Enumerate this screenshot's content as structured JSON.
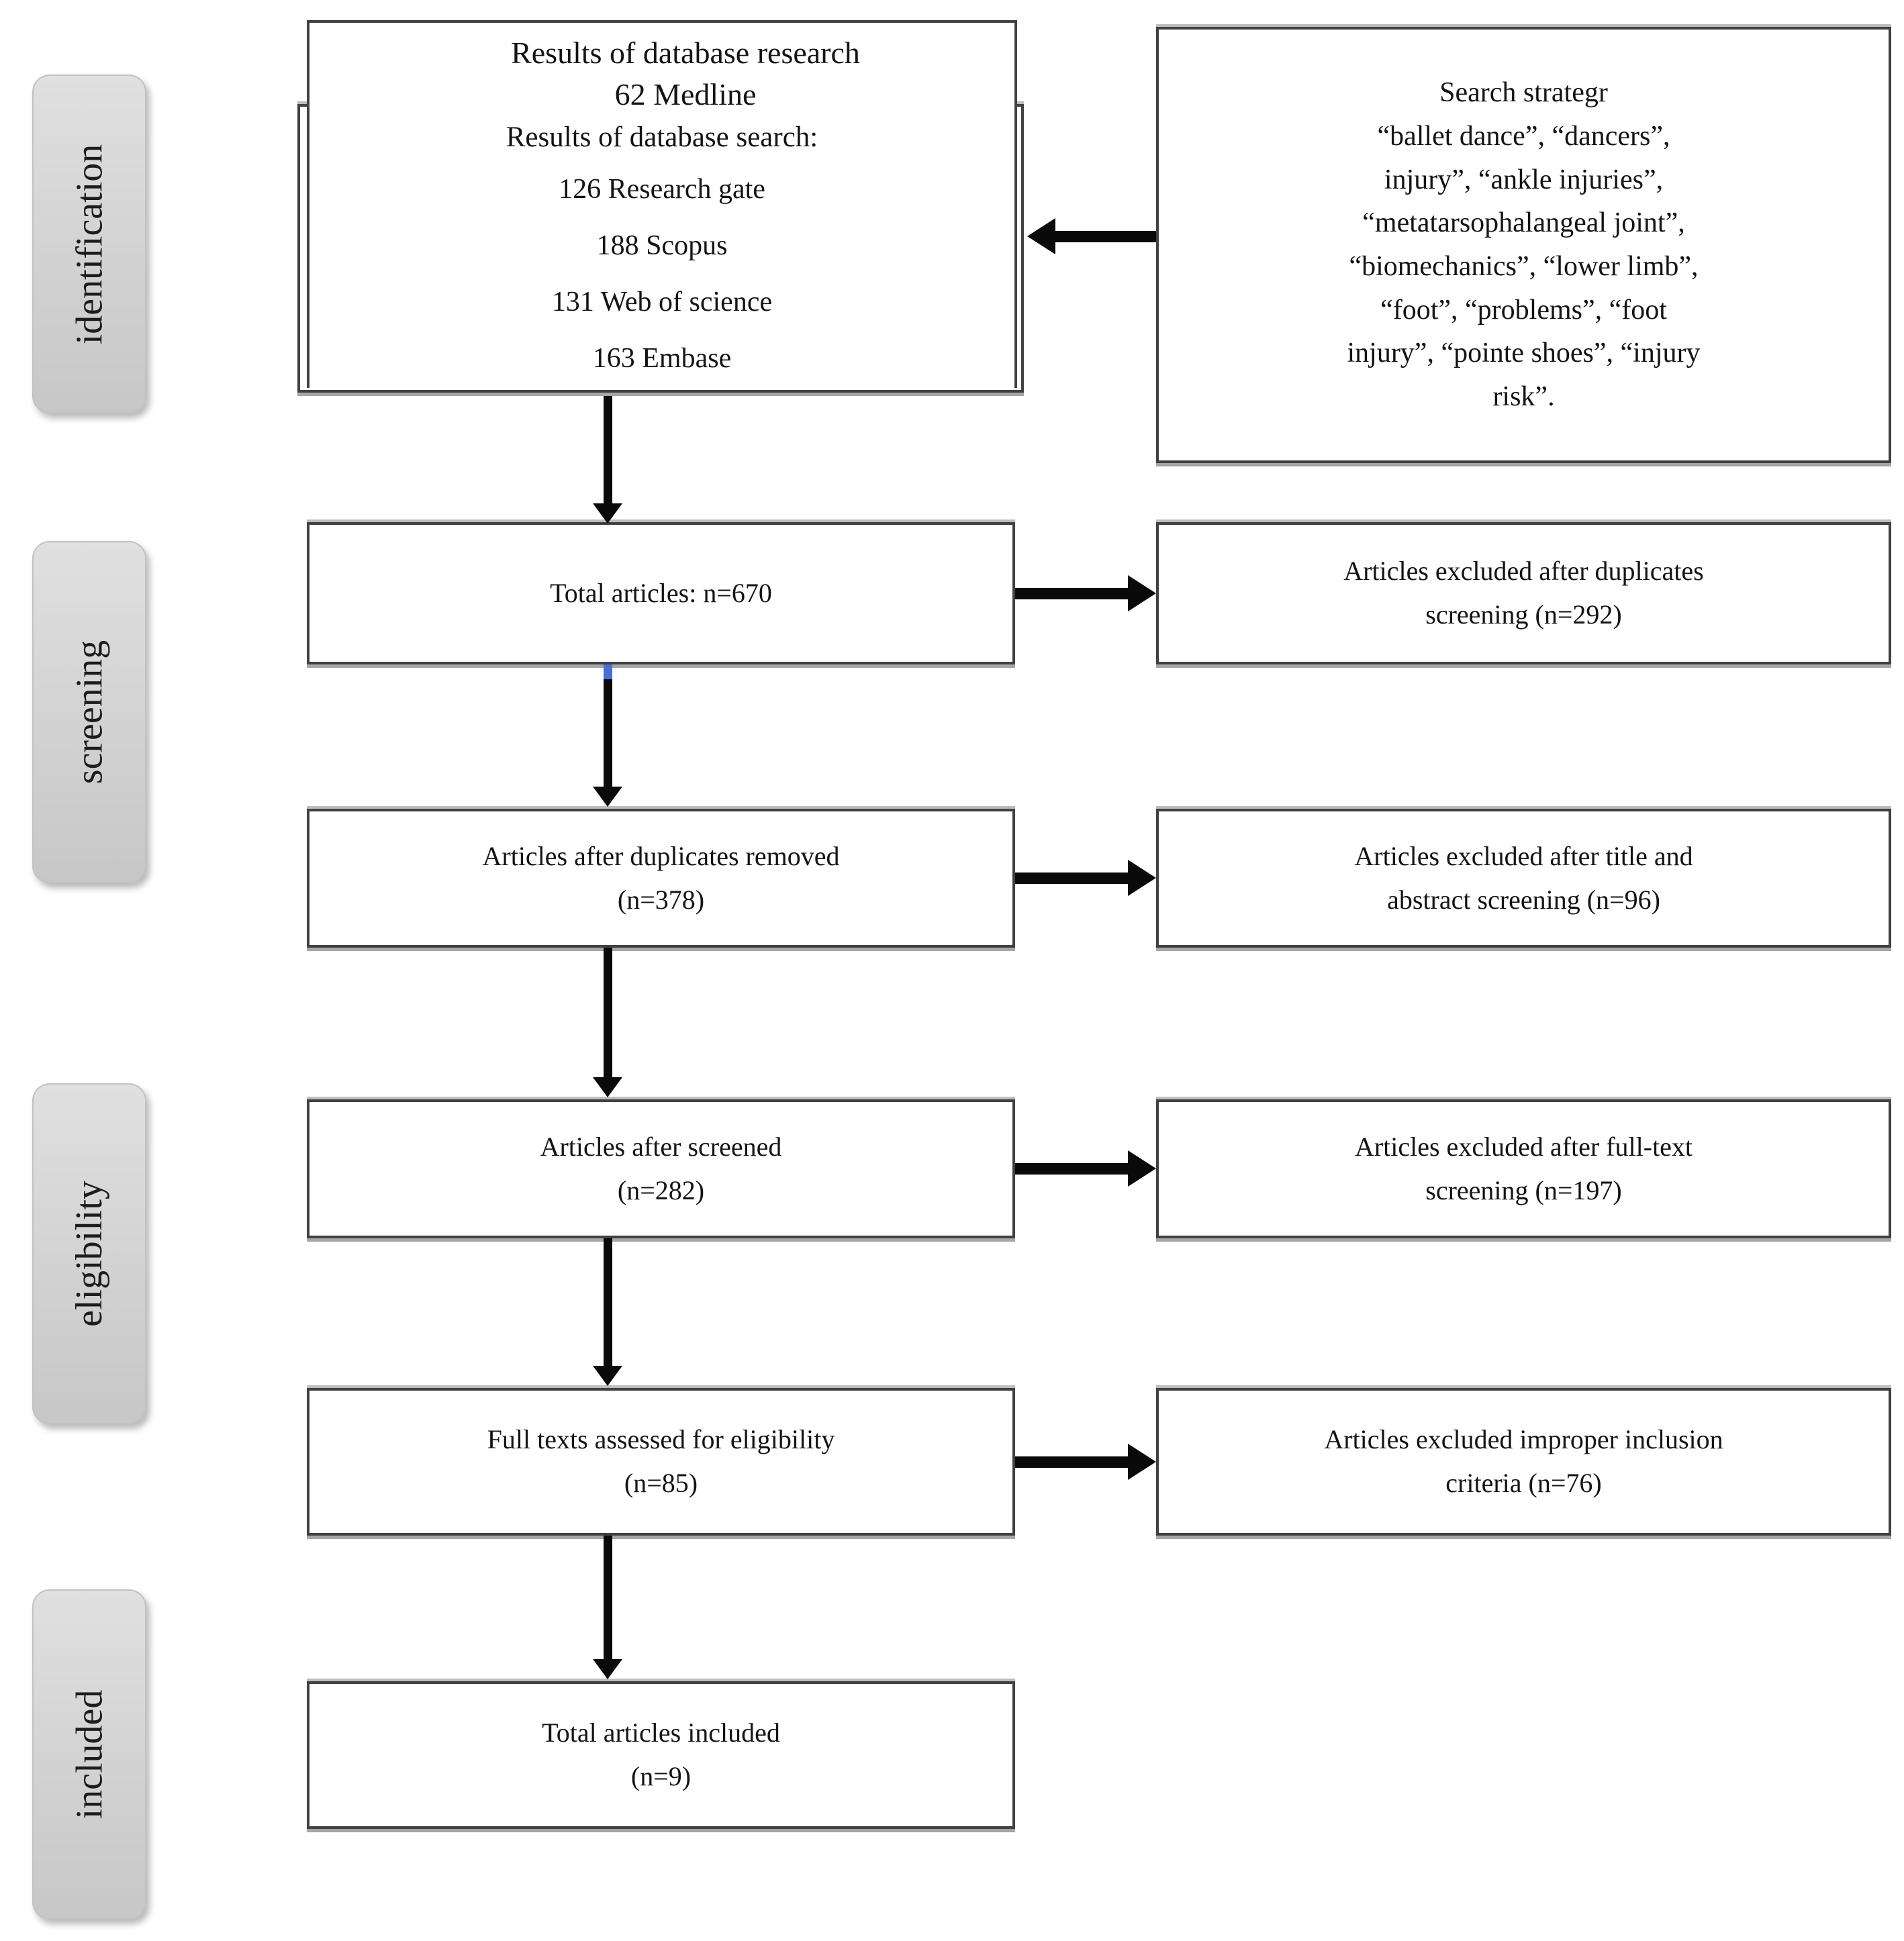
{
  "diagram": {
    "stages": [
      "identification",
      "screening",
      "eligibility",
      "included"
    ],
    "database_results": {
      "title": "Results of database research",
      "medline": "62 Medline",
      "subtitle": "Results of database search:",
      "items": [
        "126 Research gate",
        "188 Scopus",
        "131 Web of science",
        "163 Embase"
      ]
    },
    "search_strategy": {
      "lines": [
        "Search strategr",
        "“ballet dance”, “dancers”,",
        "injury”, “ankle injuries”,",
        "“metatarsophalangeal joint”,",
        "“biomechanics”, “lower limb”,",
        "“foot”, “problems”, “foot",
        "injury”, “pointe shoes”, “injury",
        "risk”."
      ]
    },
    "total_articles": {
      "lines": [
        "Total articles: n=670"
      ]
    },
    "excluded_duplicates": {
      "lines": [
        "Articles excluded after duplicates",
        "screening (n=292)"
      ]
    },
    "duplicates_removed": {
      "lines": [
        "Articles after duplicates removed",
        "(n=378)"
      ]
    },
    "excluded_title_abstract": {
      "lines": [
        "Articles excluded after title and",
        "abstract screening (n=96)"
      ]
    },
    "after_screened": {
      "lines": [
        "Articles after screened",
        "(n=282)"
      ]
    },
    "excluded_fulltext": {
      "lines": [
        "Articles excluded after full-text",
        "screening (n=197)"
      ]
    },
    "fulltext_assessed": {
      "lines": [
        "Full texts assessed for eligibility",
        "(n=85)"
      ]
    },
    "excluded_criteria": {
      "lines": [
        "Articles excluded improper inclusion",
        "criteria (n=76)"
      ]
    },
    "included_articles": {
      "lines": [
        "Total articles included",
        "(n=9)"
      ]
    },
    "colors": {
      "box_border": "#414141",
      "stage_fill": "#d2d2d2",
      "arrow": "#0a0a0a",
      "text": "#141414",
      "artifact_blue": "#4a6fd4"
    }
  }
}
